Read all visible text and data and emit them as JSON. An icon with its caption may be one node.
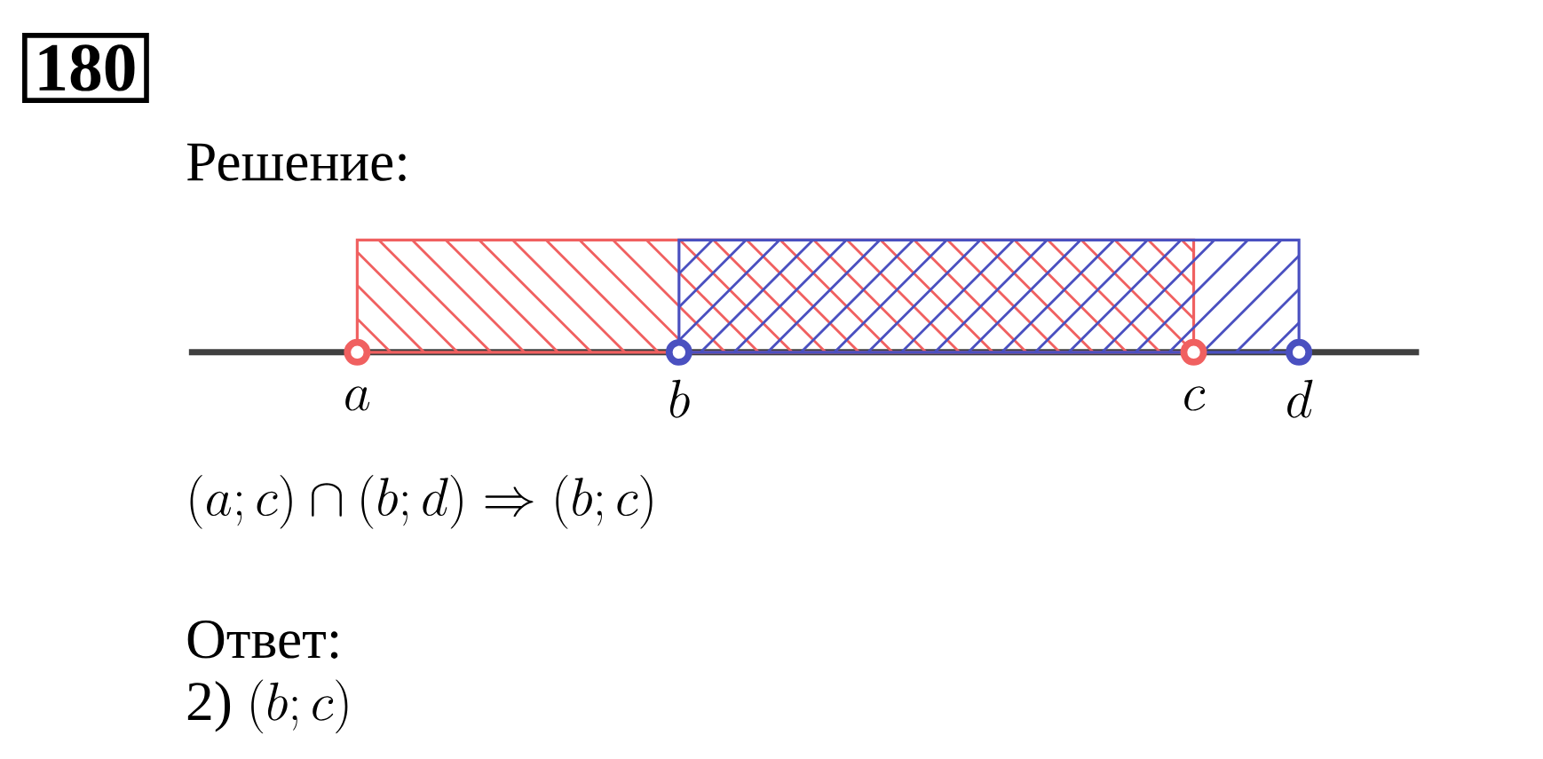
{
  "diagram": {
    "labels": [
      "180",
      "Решение:",
      "a",
      "b",
      "c",
      "d",
      "(a; c) \\cap (b; d) \\Rightarrow (b; c)",
      "Ответ:",
      "2)",
      "(b; c)"
    ]
  }
}
